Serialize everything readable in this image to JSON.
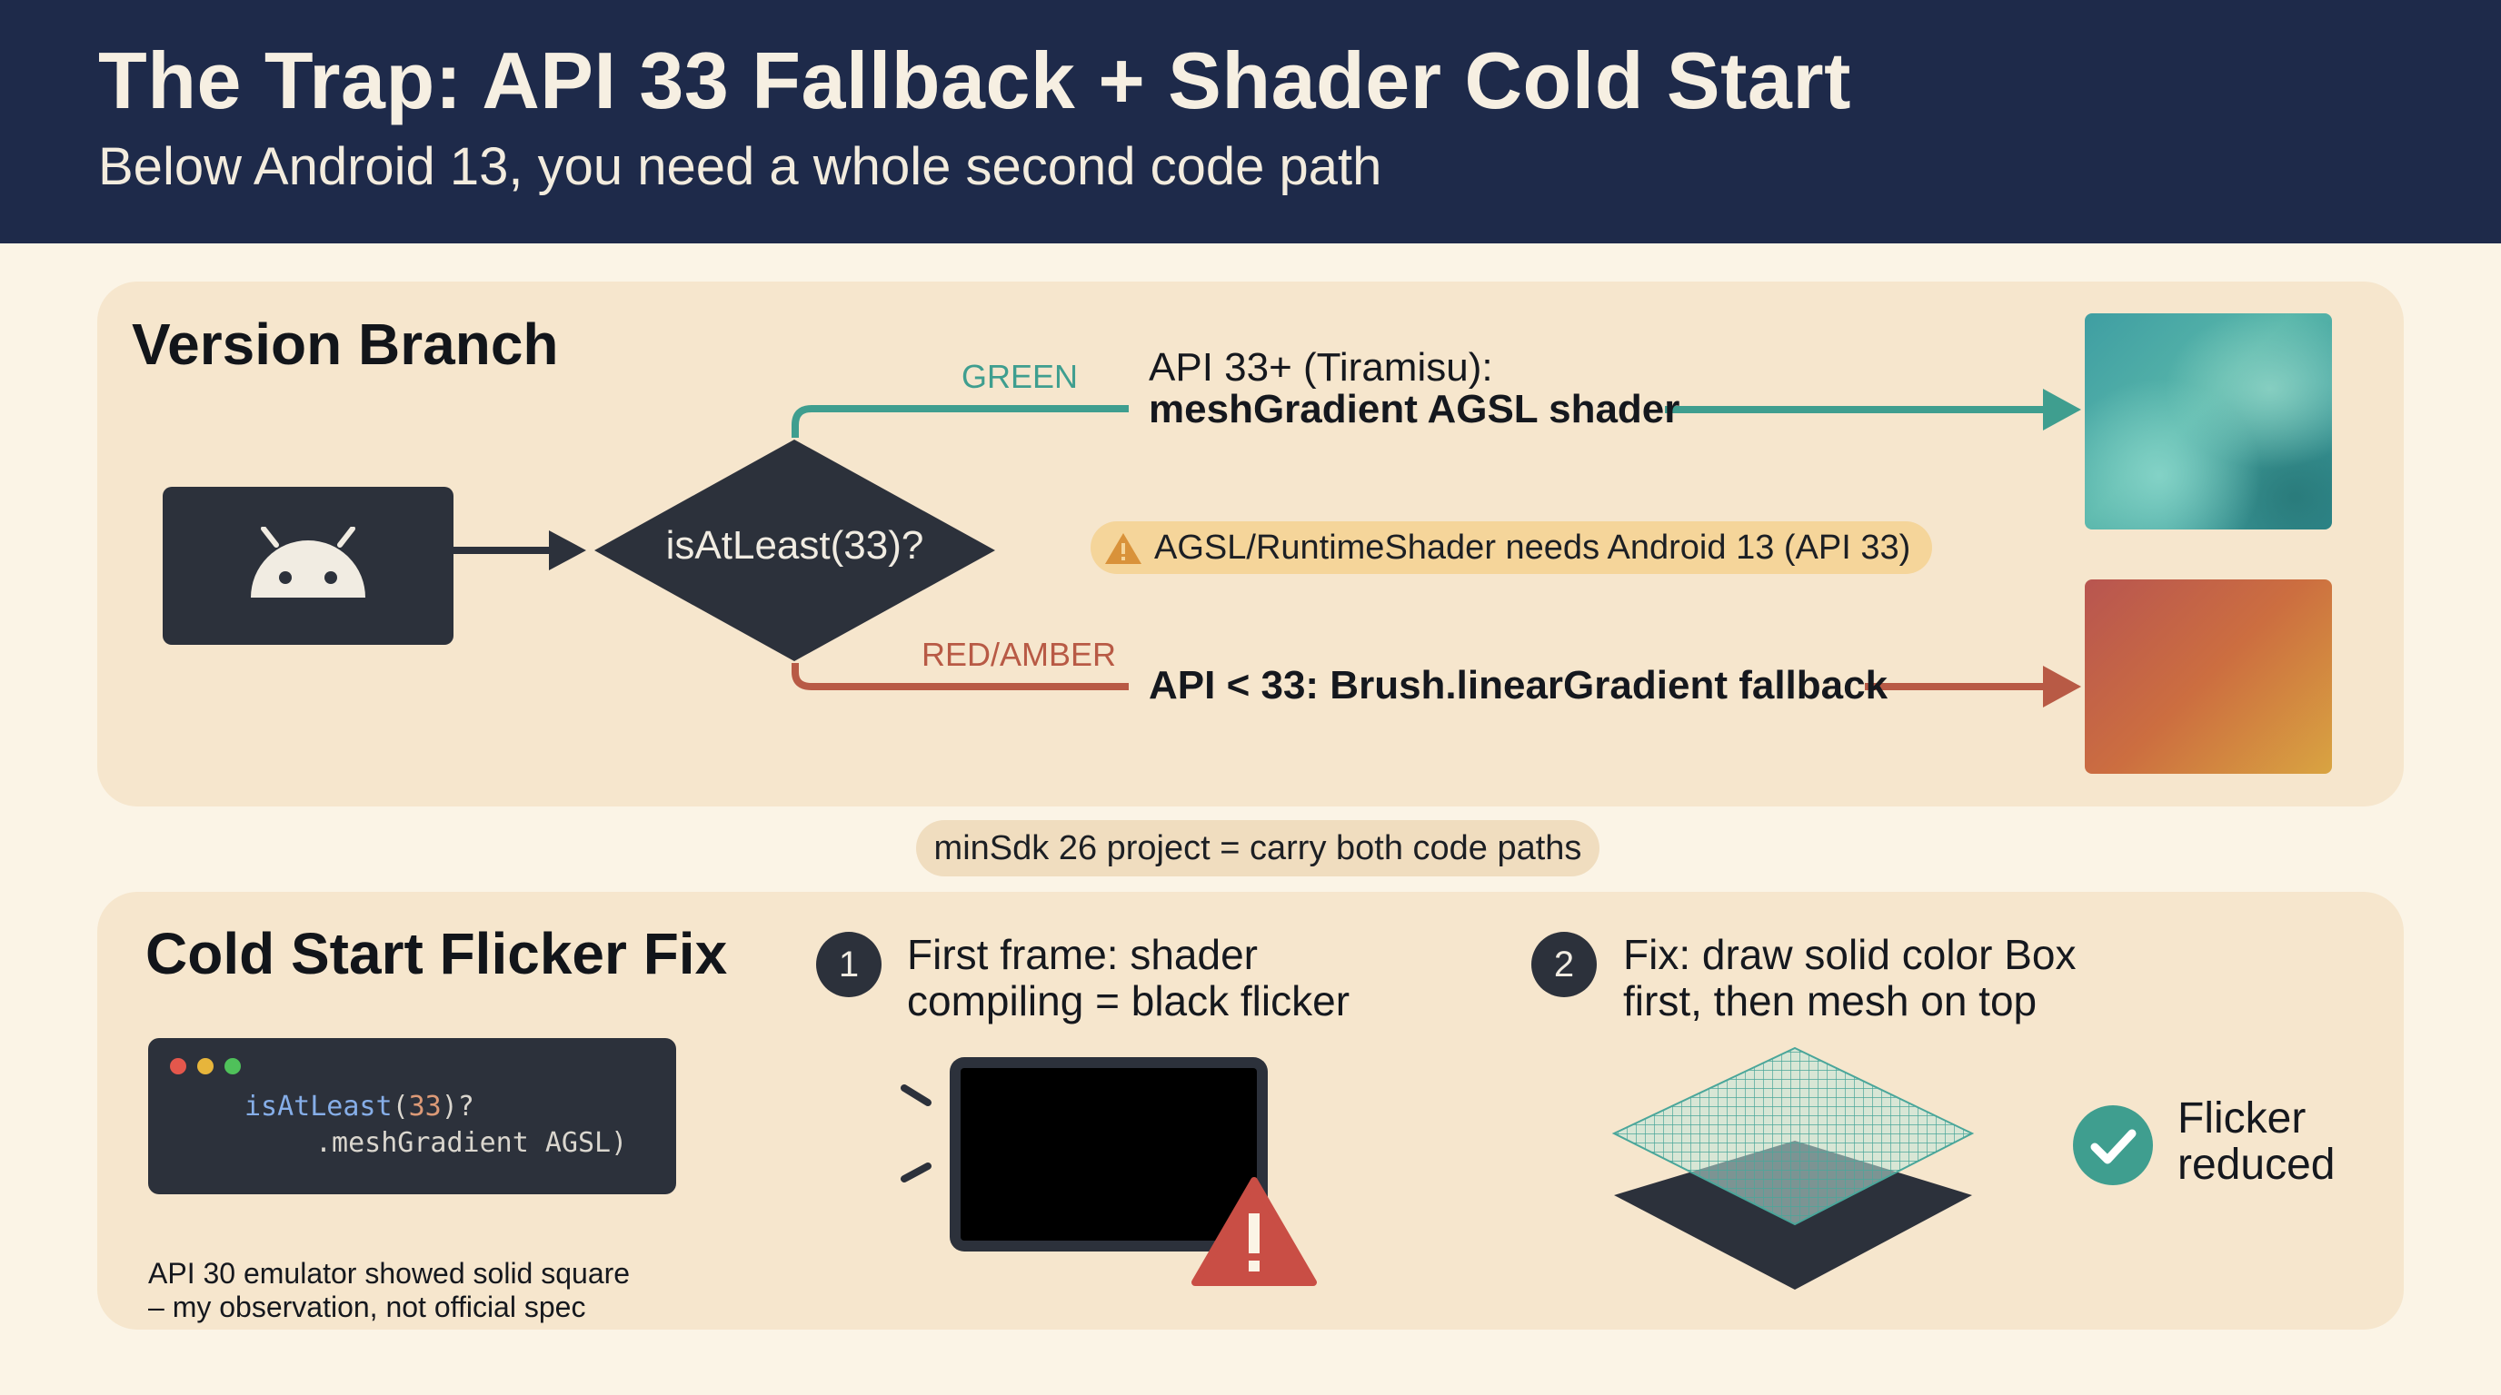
{
  "header": {
    "title": "The Trap: API 33 Fallback + Shader Cold Start",
    "subtitle": "Below Android 13, you need a whole second code path"
  },
  "version_branch": {
    "title": "Version Branch",
    "decision_label": "isAtLeast(33)?",
    "green_label": "GREEN",
    "green_line1": "API 33+ (Tiramisu):",
    "green_line2": "meshGradient AGSL shader",
    "warning_text": "AGSL/RuntimeShader needs Android 13 (API 33)",
    "red_label": "RED/AMBER",
    "red_text": "API < 33: Brush.linearGradient fallback",
    "colors": {
      "green": "#3f9e8f",
      "red": "#b85a45",
      "warning": "#f5d59a"
    },
    "icons": {
      "platform": "android-icon",
      "warning": "warning-icon"
    }
  },
  "bridge_note": "minSdk 26 project = carry both code paths",
  "cold_start": {
    "title": "Cold Start Flicker Fix",
    "code": {
      "fn": "isAtLeast",
      "open": "(",
      "num": "33",
      "close_q": ")?",
      "line2": ".meshGradient AGSL)"
    },
    "note_line1": "API 30 emulator showed solid square",
    "note_line2": "– my observation, not official spec",
    "step1": {
      "number": "1",
      "line1": "First frame: shader",
      "line2": "compiling = black flicker"
    },
    "step2": {
      "number": "2",
      "line1": "Fix: draw solid color Box",
      "line2": "first, then mesh on top"
    },
    "result_line1": "Flicker",
    "result_line2": "reduced",
    "icons": {
      "screen": "black-screen-icon",
      "alert": "alert-triangle-icon",
      "layers": "layered-mesh-icon",
      "check": "check-circle-icon"
    }
  }
}
